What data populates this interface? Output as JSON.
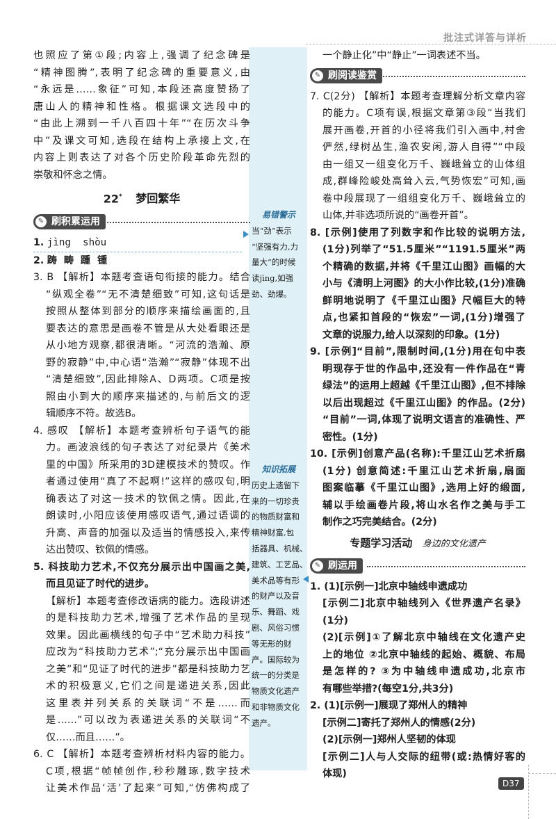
{
  "header": {
    "title": "批注式详答与详析",
    "page_number": "D37"
  },
  "left": {
    "intro_lines": [
      "也照应了第①段;内容上,强调了纪念碑是",
      "“精神图腾”,表明了纪念碑的重要意义,由",
      "“永远是……象征”可知,本段还高度赞扬了",
      "唐山人的精神和性格。根据课文选段中的",
      "“由此上溯到一千八百四十年”“在历次斗争",
      "中”及课文可知,选段在结构上承接上文,在",
      "内容上则表达了对各个历史阶段革命先烈的",
      "崇敬和怀念之情。"
    ],
    "chapter_number": "22",
    "chapter_star": "*",
    "chapter_title": "梦回繁华",
    "banner1": "刷积累运用",
    "q1_num": "1.",
    "q1_answer": "jìng  shòu",
    "q2_num": "2.",
    "q2_answer": "踌  畴  踵  锺",
    "q3": [
      "3. B 【解析】本题考查语句衔接的能力。结合",
      "“纵观全卷”“无不清楚细致”可知,这句话是",
      "按照从整体到部分的顺序来描绘画面的,且",
      "要表达的意思是画卷不管是从大处看眼还是",
      "从小地方观察,都很清晰。“河流的浩瀚、原",
      "野的寂静”中,中心语“浩瀚”“寂静”体现不出",
      "“清楚细致”,因此排除A、D两项。C项是按",
      "照由小到大的顺序来描述的,与前后文的逻",
      "辑顺序不符。故选B。"
    ],
    "q4": [
      "4. 感叹 【解析】本题考查辨析句子语气的能",
      "力。画波浪线的句子表达了对纪录片《美术",
      "里的中国》所采用的3D建模技术的赞叹。作",
      "者通过使用“真了不起啊!”这样的感叹句,明",
      "确表达了对这一技术的钦佩之情。因此,在",
      "朗读时,小阳应该使用感叹语气,通过语调的",
      "升高、声音的加强以及适当的情感投入,来传",
      "达出赞叹、钦佩的情感。"
    ],
    "q5_bold": [
      "5. 科技助力艺术,不仅充分展示出中国画之美,",
      "而且见证了时代的进步。"
    ],
    "q5": [
      "【解析】本题考查修改语病的能力。选段讲述",
      "的是科技助力艺术,增强了艺术作品的呈现",
      "效果。因此画横线的句子中“艺术助力科技”",
      "应改为“科技助力艺术”;“充分展示出中国画",
      "之美”和“见证了时代的进步”都是科技助力艺",
      "术的积极意义,它们之间是递进关系,因此",
      "这里表并列关系的关联词“不是……而",
      "是……”可以改为表递进关系的关联词“不",
      "仅……而且……”。"
    ],
    "q6": [
      "6. C 【解析】本题考查辨析材料内容的能力。",
      "C项,根据“帧帧创作,秒秒雕琢,数字技术",
      "让美术作品‘活’了起来”可知,“仿佛构成了"
    ]
  },
  "sidebar": {
    "note1_title": "易错警示",
    "note1_lines": [
      "当“劲”表示",
      "“坚强有力,力",
      "量大”的时候",
      "读jìng,如强",
      "劲、劲爆。"
    ],
    "note2_title": "知识拓展",
    "note2_lines": [
      "历史上遗留下",
      "来的一切珍贵",
      "的物质财富和",
      "精神财富,包",
      "括器具、机械、",
      "建筑、工艺品、",
      "美术品等有形",
      "的财产以及音",
      "乐、舞蹈、戏",
      "剧、风俗习惯",
      "等无形的财",
      "产。国际较为",
      "统一的分类是",
      "物质文化遗产",
      "和非物质文化",
      "遗产。"
    ]
  },
  "right": {
    "top_line": "一个静止化”中“静止”一词表述不当。",
    "banner2": "刷阅读鉴赏",
    "q7": [
      "7. C(2分) 【解析】本题考查理解分析文章内容",
      "的能力。C项有误,根据文章第③段“当我们",
      "展开画卷,开首的小径将我们引入画中,村舍",
      "俨然,绿树丛生,渔农安闲,游人自得”“中段",
      "由一组又一组变化万千、巍峨耸立的山体组",
      "成,群峰险峻处高耸入云,气势恢宏”可知,画",
      "卷中段展现了一组组变化万千、巍峨耸立的",
      "山体,并非选项所说的“画卷开首”。"
    ],
    "q8": [
      "8. [示例]使用了列数字和作比较的说明方法,",
      "(1分)列举了“51.5厘米”“1191.5厘米”两",
      "个精确的数据,并将《千里江山图》画幅的大",
      "小与《清明上河图》的大小作比较,(1分)准确",
      "鲜明地说明了《千里江山图》尺幅巨大的特",
      "点,也紧扣首段的“恢宏”一词,(1分)增强了",
      "文章的说服力,给人以深刻的印象。(1分)"
    ],
    "q9": [
      "9. [示例]“目前”,限制时间,(1分)用在句中表",
      "明现存于世的作品中,还没有一件作品在“青",
      "绿法”的运用上超越《千里江山图》,但不排除",
      "以后出现超过《千里江山图》的作品。(2分)",
      "“目前”一词,体现了说明文语言的准确性、严",
      "密性。(1分)"
    ],
    "q10": [
      "10. [示例]创意产品(名称):千里江山艺术折扇",
      "(1分) 创意简述:千里江山艺术折扇,扇面",
      "图案临摹《千里江山图》,选用上好的缎面,",
      "辅以手绘画卷片段,将山水名作之美与手工",
      "制作之巧完美结合。(2分)"
    ],
    "section_title": "专题学习活动",
    "section_subtitle": "身边的文化遗产",
    "banner3": "刷运用",
    "a1": [
      "1. (1)[示例一]北京中轴线申遗成功",
      "[示例二]北京中轴线列入《世界遗产名录》",
      "(1分)",
      "(2)[示例]①了解北京中轴线在文化遗产史",
      "上的地位  ②北京中轴线的起始、概貌、布局",
      "是怎样的?  ③为中轴线申遗成功,北京市",
      "有哪些举措?(每空1分,共3分)"
    ],
    "a2": [
      "2. (1)[示例一]展现了郑州人的精神",
      "[示例二]寄托了郑州人的情感(2分)",
      "(2)[示例一]郑州人坚韧的体现",
      "[示例二]人与人交际的纽带(或:热情好客的",
      "体现)"
    ]
  }
}
